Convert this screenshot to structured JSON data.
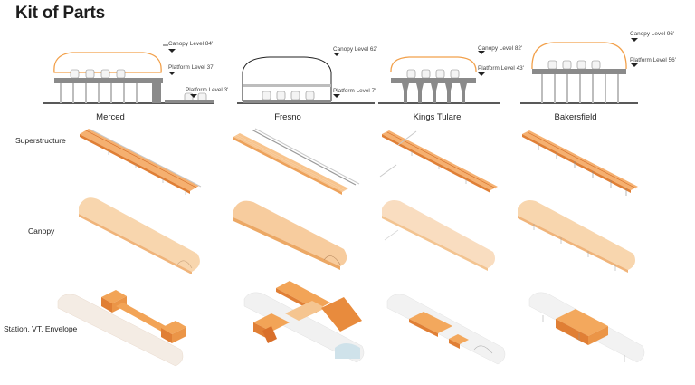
{
  "title": "Kit of Parts",
  "stations": [
    {
      "name": "Merced",
      "levels": [
        {
          "label": "Canopy Level 84'"
        },
        {
          "label": "Platform Level 37'"
        },
        {
          "label": "Platform Level 3'"
        }
      ]
    },
    {
      "name": "Fresno",
      "levels": [
        {
          "label": "Canopy Level 62'"
        },
        {
          "label": "Platform Level 7'"
        }
      ]
    },
    {
      "name": "Kings Tulare",
      "levels": [
        {
          "label": "Canopy Level 82'"
        },
        {
          "label": "Platform Level 43'"
        }
      ]
    },
    {
      "name": "Bakersfield",
      "levels": [
        {
          "label": "Canopy Level 96'"
        },
        {
          "label": "Platform Level 56'"
        }
      ]
    }
  ],
  "rows": [
    {
      "label": "Superstructure"
    },
    {
      "label": "Canopy"
    },
    {
      "label": "Station, VT, Envelope"
    }
  ],
  "colors": {
    "canopy_outline": "#f2a04a",
    "structure_dark": "#8a8a8a",
    "structure_light": "#bdbdbd",
    "orange_main": "#f5b070",
    "orange_dark": "#e07f35",
    "canopy_fill": "#f8d6ae"
  }
}
